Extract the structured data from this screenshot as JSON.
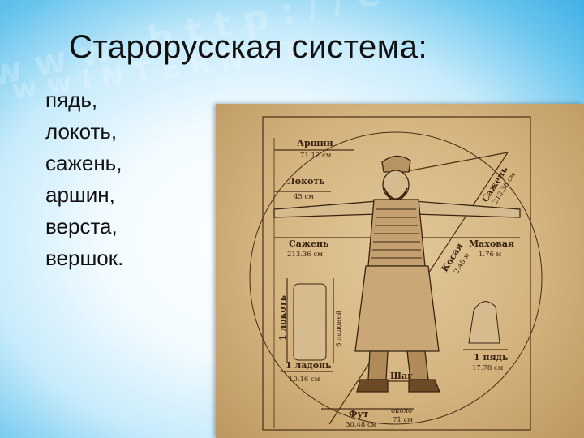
{
  "slide": {
    "title": "Старорусская система:",
    "items": [
      "пядь,",
      "локоть,",
      "сажень,",
      "аршин,",
      "верста,",
      "вершок."
    ]
  },
  "figure": {
    "labels": {
      "arshin": "Аршин",
      "arshin_val": "71.12 см",
      "lokot": "Локоть",
      "lokot_val": "45 см",
      "sazhen": "Сажень",
      "sazhen_val": "213.36 см",
      "makhovaya": "Маховая",
      "makhovaya_val": "1.76 м",
      "kosaya": "Косая",
      "kosaya_val": "2.48 м",
      "sazhen_diag": "Сажень",
      "sazhen_diag_val": "213.36 см",
      "one_lokot": "1 локоть",
      "six_ladoney": "6 ладоней",
      "one_ladon": "1 ладонь",
      "one_ladon_val": "10.16 см",
      "one_pyad": "1 пядь",
      "one_pyad_val": "17.78 см",
      "shag": "Шаг",
      "okolo": "около",
      "okolo_val": "71 см",
      "fut": "Фут",
      "fut_val": "30.48 см"
    }
  }
}
